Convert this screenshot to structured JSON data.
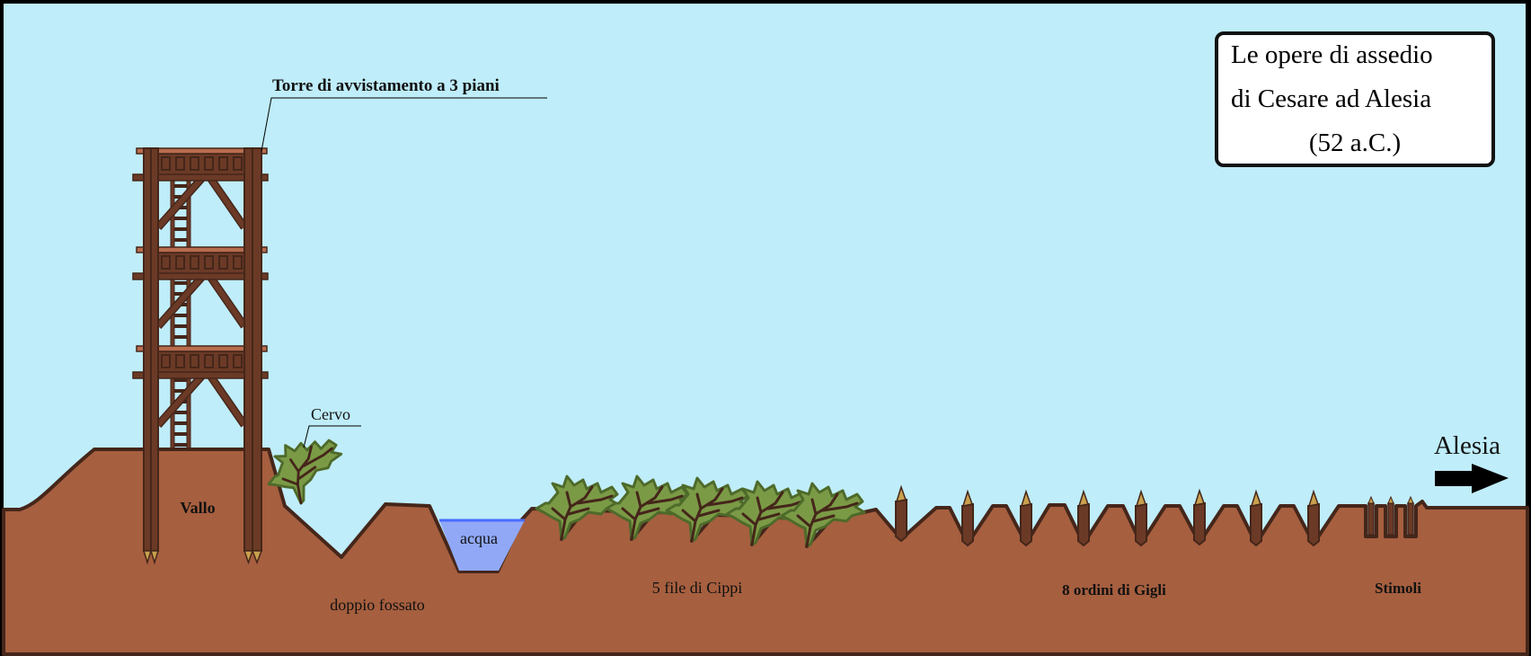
{
  "title_box": {
    "lines": [
      "Le opere di assedio",
      "di Cesare ad Alesia",
      "(52 a.C.)"
    ]
  },
  "labels": {
    "tower": "Torre di avvistamento a 3 piani",
    "cervo": "Cervo",
    "vallo": "Vallo",
    "acqua": "acqua",
    "fossato": "doppio fossato",
    "cippi": "5 file di Cippi",
    "gigli": "8 ordini di Gigli",
    "stimoli": "Stimoli",
    "alesia": "Alesia"
  },
  "colors": {
    "sky": "#bfedfa",
    "ground": "#a65f3f",
    "outline": "#45261a",
    "wood": "#6b3a26",
    "plank": "#b86c4e",
    "leaf": "#7b9a46",
    "leaf_dark": "#4e6a2a",
    "tip": "#c9a04e",
    "water": "#90a8f6",
    "water_line": "#4a6cff"
  }
}
